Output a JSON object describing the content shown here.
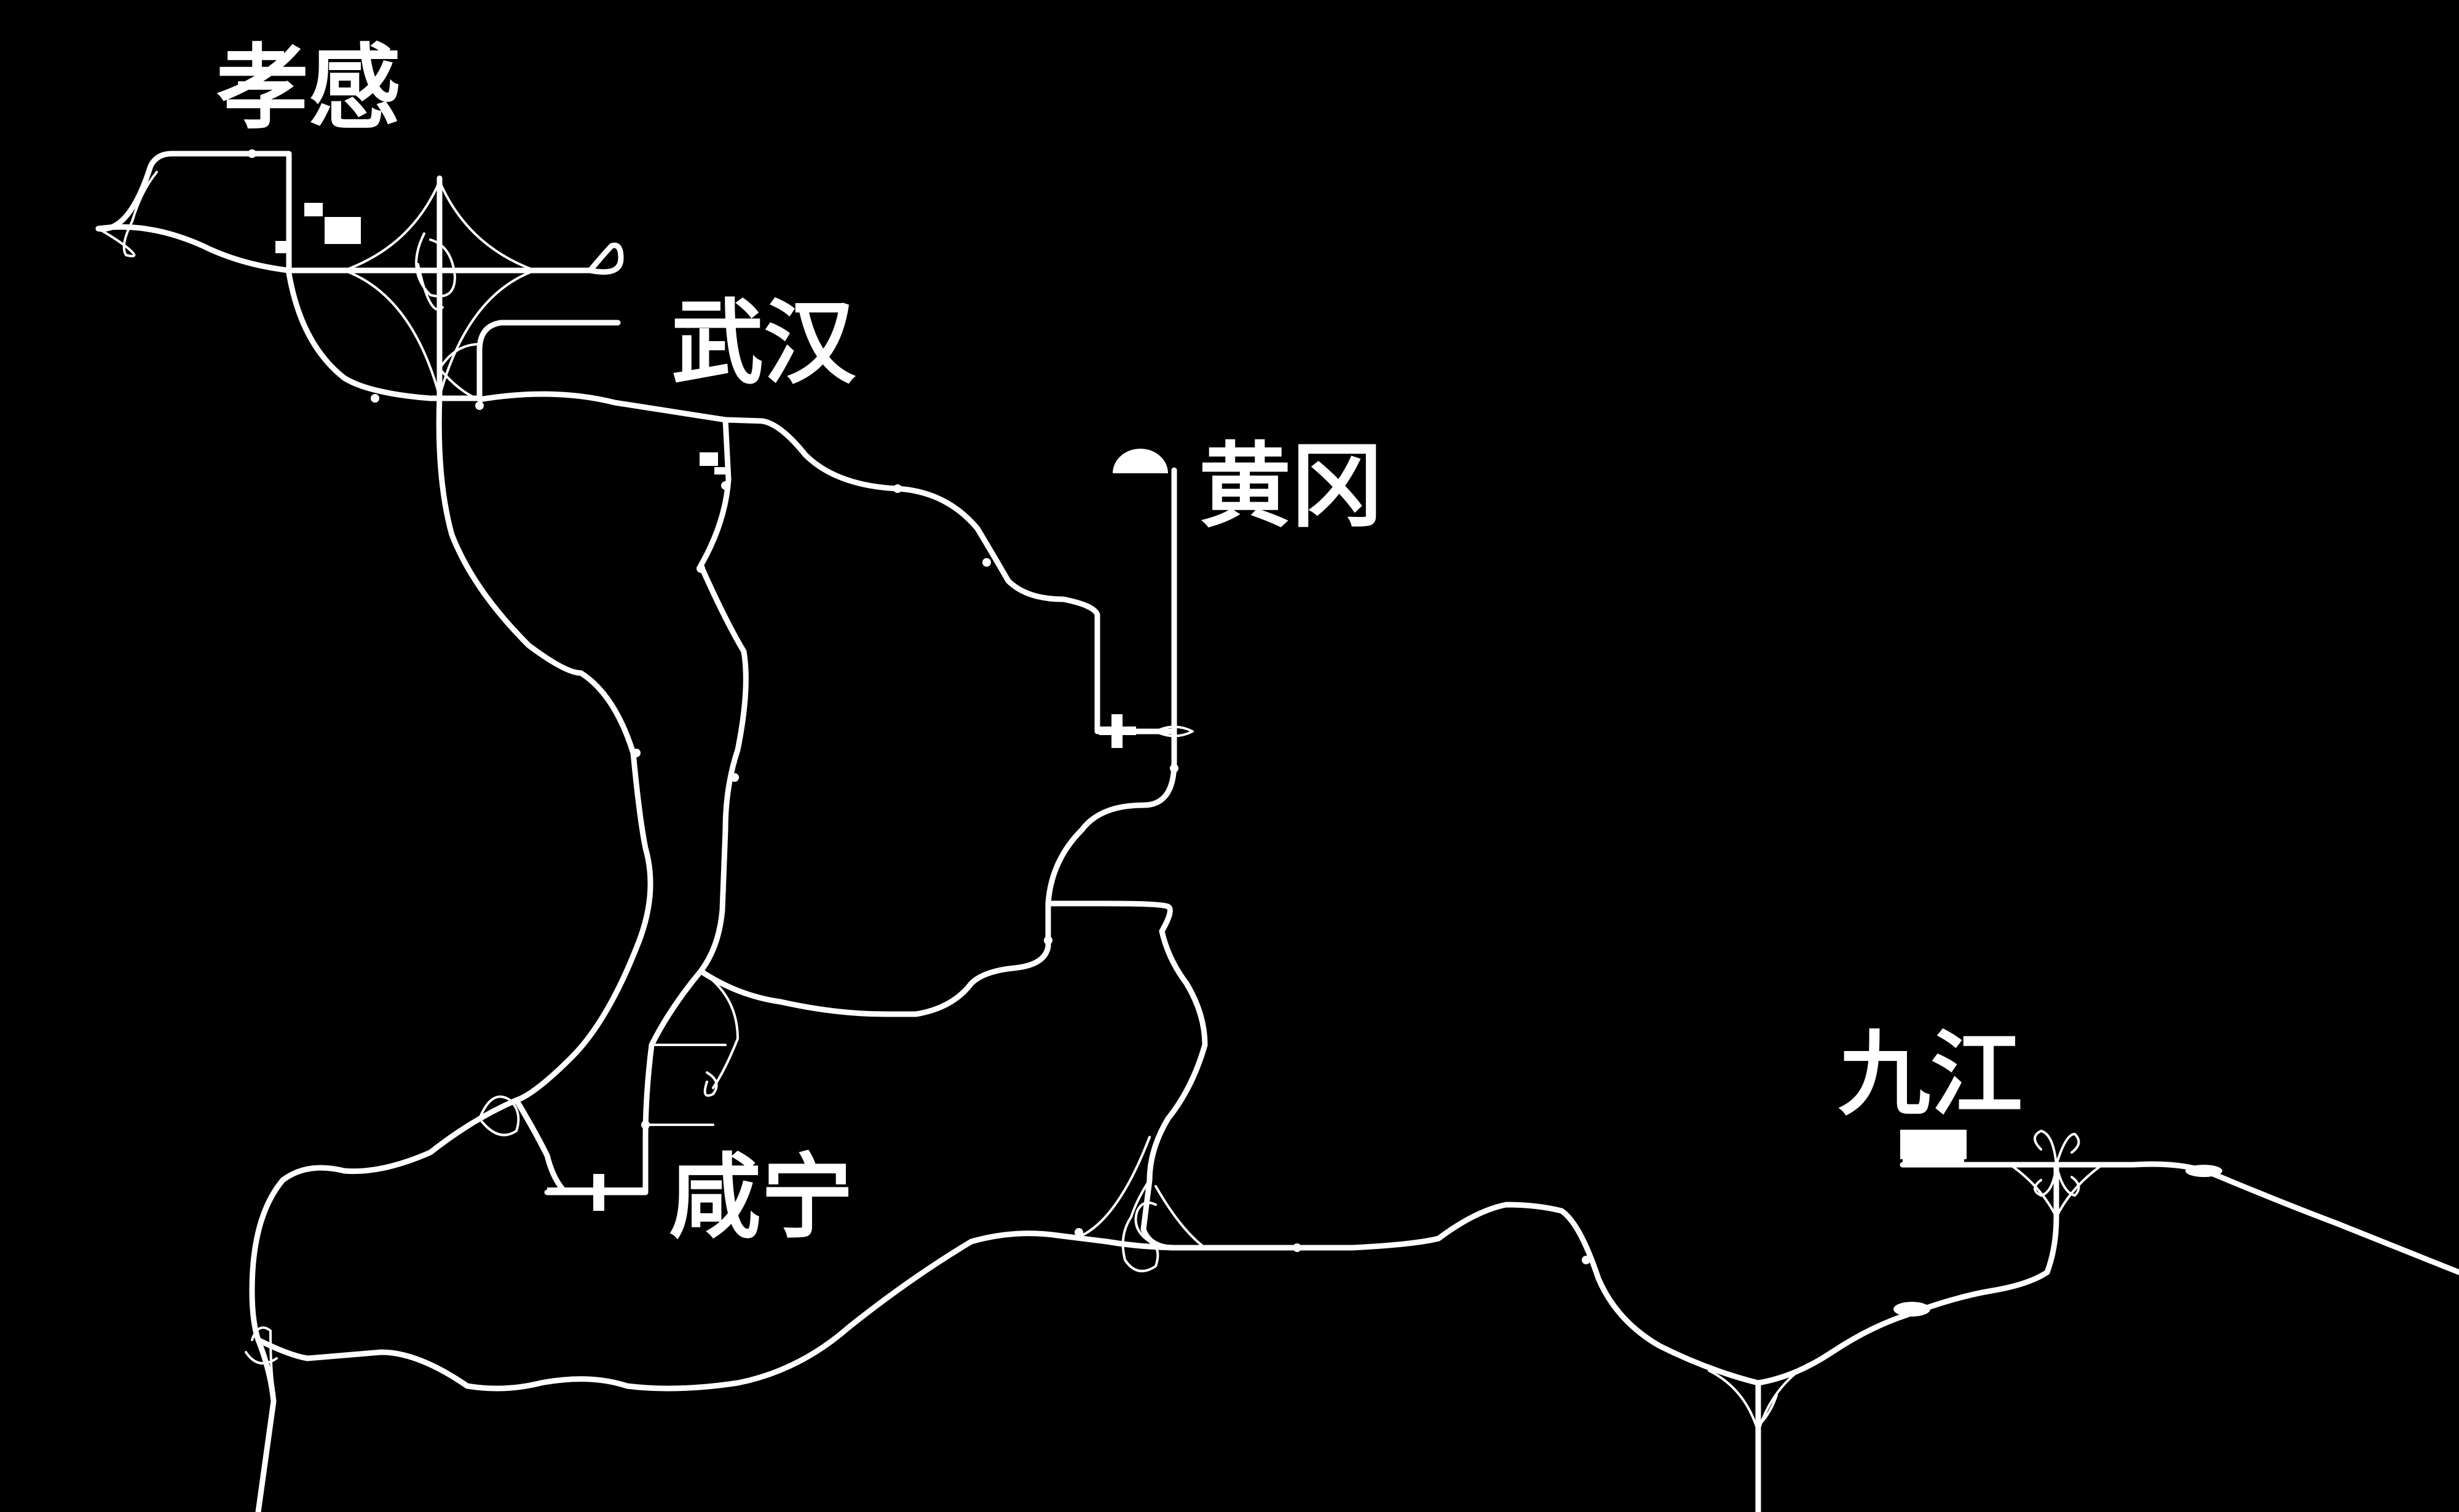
{
  "map": {
    "background": "#000000",
    "road_color": "#ffffff",
    "cities": [
      {
        "id": "xiaogan",
        "label": "孝感"
      },
      {
        "id": "wuhan",
        "label": "武汉"
      },
      {
        "id": "huanggang",
        "label": "黄冈"
      },
      {
        "id": "xianning",
        "label": "咸宁"
      },
      {
        "id": "jiujiang",
        "label": "九江"
      }
    ]
  }
}
